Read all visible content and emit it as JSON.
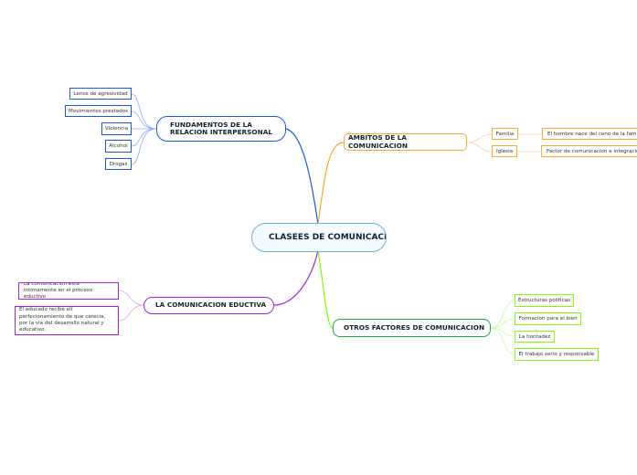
{
  "center": {
    "label": "CLASEES DE COMUNICACION"
  },
  "colors": {
    "fundamentos": "#1a56f0",
    "ambitos": "#ffa726",
    "eductiva": "#a020f0",
    "otros": "#1aa64a",
    "otros_leaf": "#7fff00",
    "center": "#6ab0de"
  },
  "fundamentos": {
    "label": "FUNDAMENTOS DE LA RELACION INTERPERSONAL",
    "items": [
      "Lenos de agresividad",
      "Movimientos prestados",
      "Violencia",
      "Alcohol",
      "Drogas"
    ]
  },
  "ambitos": {
    "label": "AMBITOS DE LA COMUNICACION",
    "items": [
      {
        "label": "Familia",
        "detail": "El hombre nace del ceno de la famil"
      },
      {
        "label": "Iglesia",
        "detail": "Factor de comunicacion e integracio"
      }
    ]
  },
  "eductiva": {
    "label": "LA COMUNICACION EDUCTIVA",
    "items": [
      "La comunicacion esta intimamente en el proceso eductivo",
      "El educado recibe ell perfecionamiento de que carecia, por la via del desarrollo natural y educativo."
    ]
  },
  "otros": {
    "label": "OTROS FACTORES DE COMUNICACION",
    "items": [
      "Estructuras politicas",
      "Formacion para el bien",
      "La honradez",
      "El trabajo serio y responsable"
    ]
  }
}
